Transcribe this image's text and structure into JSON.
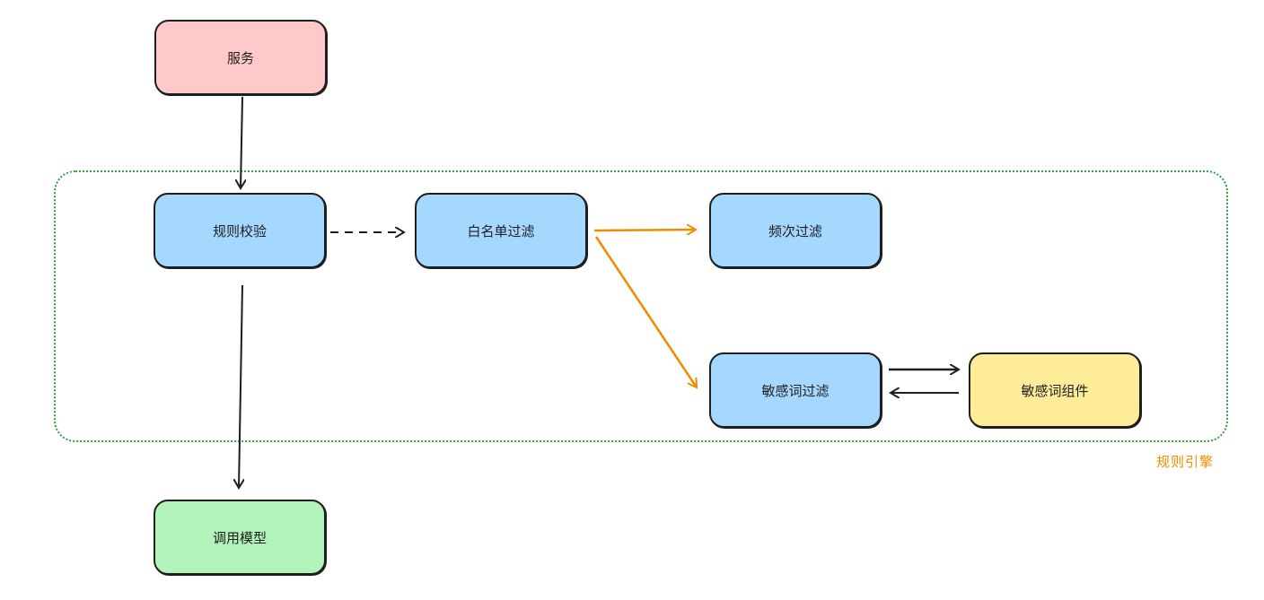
{
  "diagram": {
    "nodes": {
      "service": {
        "label": "服务",
        "color": "#ffc9c9"
      },
      "rule_check": {
        "label": "规则校验",
        "color": "#a5d8ff"
      },
      "whitelist_filter": {
        "label": "白名单过滤",
        "color": "#a5d8ff"
      },
      "frequency_filter": {
        "label": "频次过滤",
        "color": "#a5d8ff"
      },
      "sensitive_word_filter": {
        "label": "敏感词过滤",
        "color": "#a5d8ff"
      },
      "sensitive_word_component": {
        "label": "敏感词组件",
        "color": "#ffec99"
      },
      "call_model": {
        "label": "调用模型",
        "color": "#b2f2bb"
      }
    },
    "group": {
      "label": "规则引擎",
      "border_color": "#2f9e44",
      "label_color": "#f08c00"
    },
    "edges": [
      {
        "from": "service",
        "to": "rule_check",
        "style": "solid",
        "color": "#1e1e1e"
      },
      {
        "from": "rule_check",
        "to": "whitelist_filter",
        "style": "dashed",
        "color": "#1e1e1e"
      },
      {
        "from": "whitelist_filter",
        "to": "frequency_filter",
        "style": "solid",
        "color": "#f08c00"
      },
      {
        "from": "whitelist_filter",
        "to": "sensitive_word_filter",
        "style": "solid",
        "color": "#f08c00"
      },
      {
        "from": "sensitive_word_filter",
        "to": "sensitive_word_component",
        "style": "solid",
        "color": "#1e1e1e"
      },
      {
        "from": "sensitive_word_component",
        "to": "sensitive_word_filter",
        "style": "solid",
        "color": "#1e1e1e"
      },
      {
        "from": "rule_check",
        "to": "call_model",
        "style": "solid",
        "color": "#1e1e1e"
      }
    ]
  }
}
